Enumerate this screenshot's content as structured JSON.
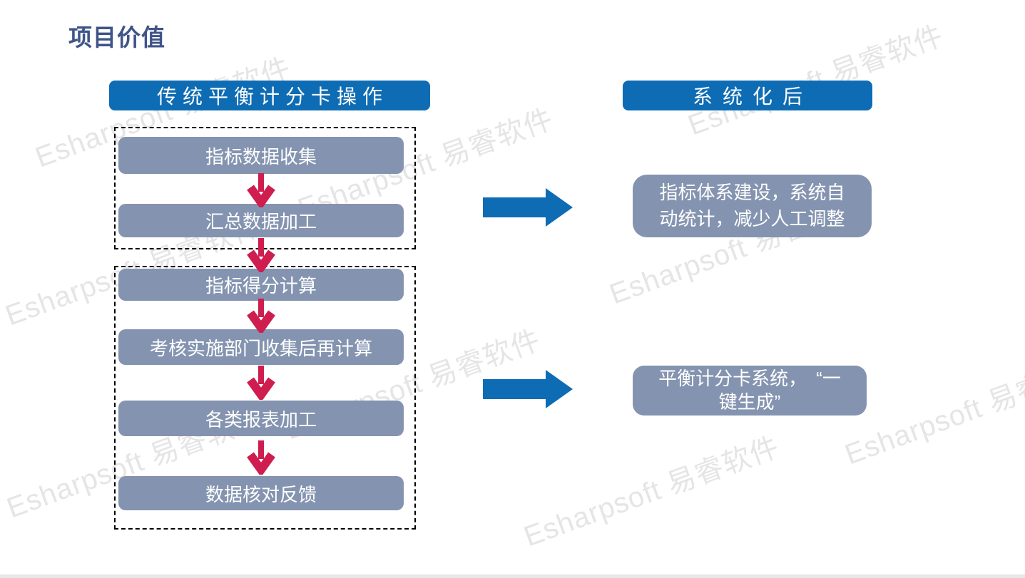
{
  "slide": {
    "title": "项目价值",
    "watermark_text": "Esharpsoft 易睿软件"
  },
  "left_panel": {
    "header": "传统平衡计分卡操作",
    "groups": [
      {
        "steps": [
          "指标数据收集",
          "汇总数据加工"
        ]
      },
      {
        "steps": [
          "指标得分计算",
          "考核实施部门收集后再计算",
          "各类报表加工",
          "数据核对反馈"
        ]
      }
    ]
  },
  "right_panel": {
    "header": "系统化后",
    "results": [
      {
        "text": "指标体系建设，系统自动统计，减少人工调整",
        "lines": [
          "指标体系建设，系统自",
          "动统计，减少人工调整"
        ]
      },
      {
        "text": "平衡计分卡系统，“一键生成”",
        "lines": [
          "平衡计分卡系统，　“一",
          "键生成”"
        ]
      }
    ]
  },
  "icons": {
    "down_arrow": "down-arrow-icon",
    "right_arrow": "right-arrow-icon"
  },
  "colors": {
    "header_blue": "#0E6CB4",
    "box_gray": "#8494B0",
    "arrow_red": "#CE1D4E",
    "title_navy": "#3F5488",
    "watermark_gray": "#E6E6E6",
    "bottom_strip": "#E8E8E8"
  }
}
